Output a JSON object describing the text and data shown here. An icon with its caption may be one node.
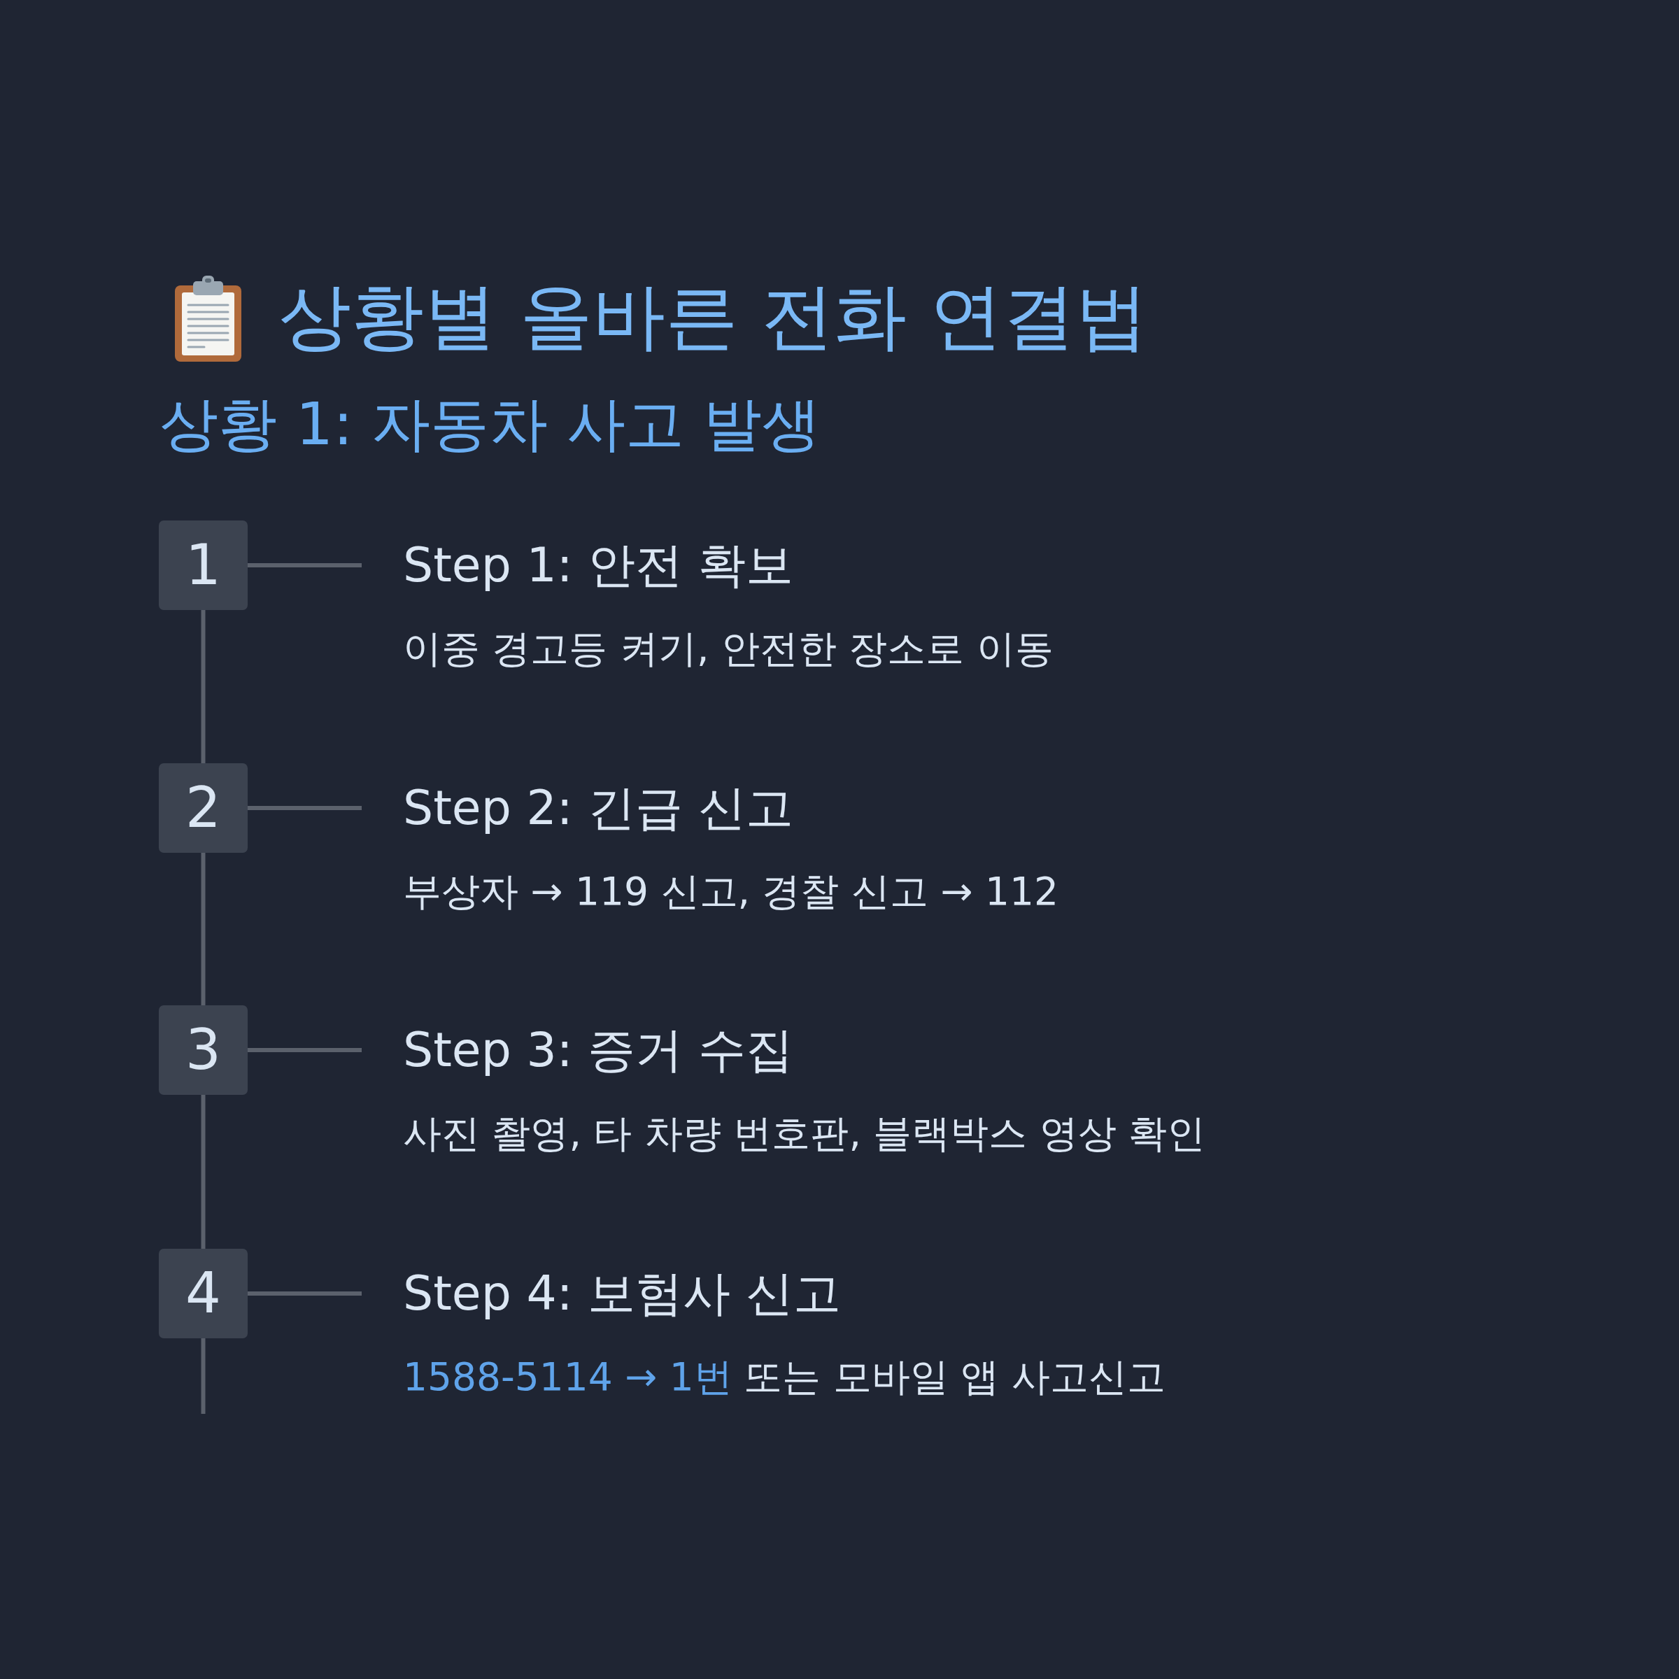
{
  "diagram": {
    "title": "상황별 올바른 전화 연결법",
    "labels": [
      "상황 1: 자동차 사고 발생"
    ],
    "nodes": [
      {
        "text": [
          "1"
        ]
      },
      {
        "text": [
          "Step 1: 안전 확보",
          "이중 경고등 켜기, 안전한 장소로 이동"
        ]
      },
      {
        "text": [
          "2"
        ]
      },
      {
        "text": [
          "Step 2: 긴급 신고",
          "부상자 → 119 신고, 경찰 신고 → 112"
        ]
      },
      {
        "text": [
          "3"
        ]
      },
      {
        "text": [
          "Step 3: 증거 수집",
          "사진 촬영, 타 차량 번호판, 블랙박스 영상 확인"
        ]
      },
      {
        "text": [
          "4"
        ]
      },
      {
        "text": [
          "Step 4: 보험사 신고",
          "1588-5114 → 1번",
          "또는 모바일 앱 사고신고"
        ]
      }
    ],
    "edges": [
      {
        "from": 0,
        "to": 1,
        "arrow": "none"
      },
      {
        "from": 0,
        "to": 2,
        "arrow": "none"
      },
      {
        "from": 2,
        "to": 3,
        "arrow": "none"
      },
      {
        "from": 2,
        "to": 4,
        "arrow": "none"
      },
      {
        "from": 4,
        "to": 5,
        "arrow": "none"
      },
      {
        "from": 4,
        "to": 6,
        "arrow": "none"
      },
      {
        "from": 6,
        "to": 7,
        "arrow": "none"
      },
      {
        "from": 6,
        "to": null,
        "arrow": "none"
      }
    ]
  }
}
